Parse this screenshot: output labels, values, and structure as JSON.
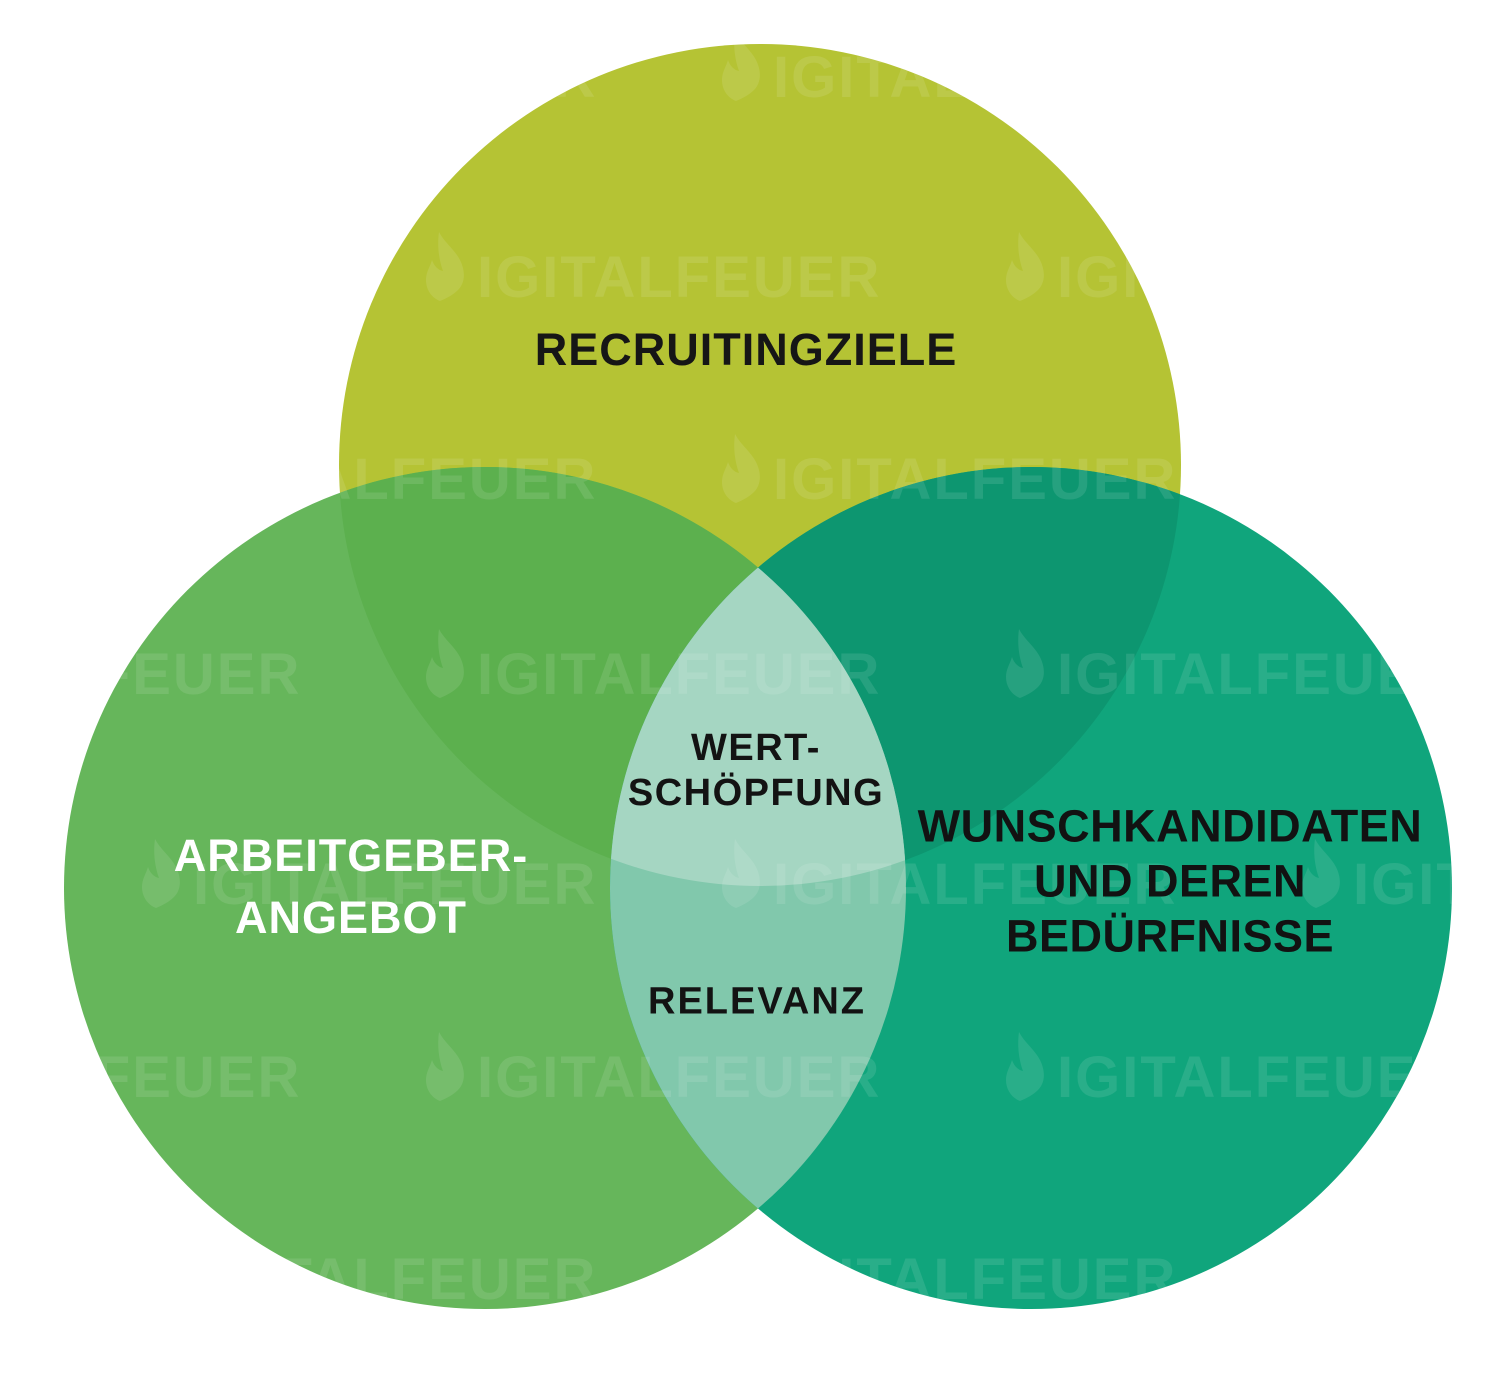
{
  "background_color": "#ffffff",
  "venn": {
    "top_circle": {
      "label": "RECRUITINGZIELE",
      "color": "#b5c334",
      "text_color": "#161616"
    },
    "left_circle": {
      "label_line1": "ARBEITGEBER-",
      "label_line2": "ANGEBOT",
      "color": "#66b65b",
      "text_color": "#ffffff"
    },
    "right_circle": {
      "label_line1": "WUNSCHKANDIDATEN",
      "label_line2": "UND DEREN",
      "label_line3": "BEDÜRFNISSE",
      "color": "#10a57c",
      "text_color": "#121212"
    },
    "overlap_top_left": {
      "color": "#5cb04e"
    },
    "overlap_top_right": {
      "color": "#0d9670"
    },
    "overlap_left_right": {
      "label": "RELEVANZ",
      "color": "#81c8ac",
      "text_color": "#131313"
    },
    "center_overlap": {
      "label_line1": "WERT-",
      "label_line2": "SCHÖPFUNG",
      "color": "#a5d6c2",
      "text_color": "#131313"
    }
  },
  "watermark": {
    "brand": "DIGITALFEUER",
    "text": "IGITALFEUER",
    "icon": "flame-icon",
    "color": "#ffffff",
    "opacity": "0.1"
  }
}
